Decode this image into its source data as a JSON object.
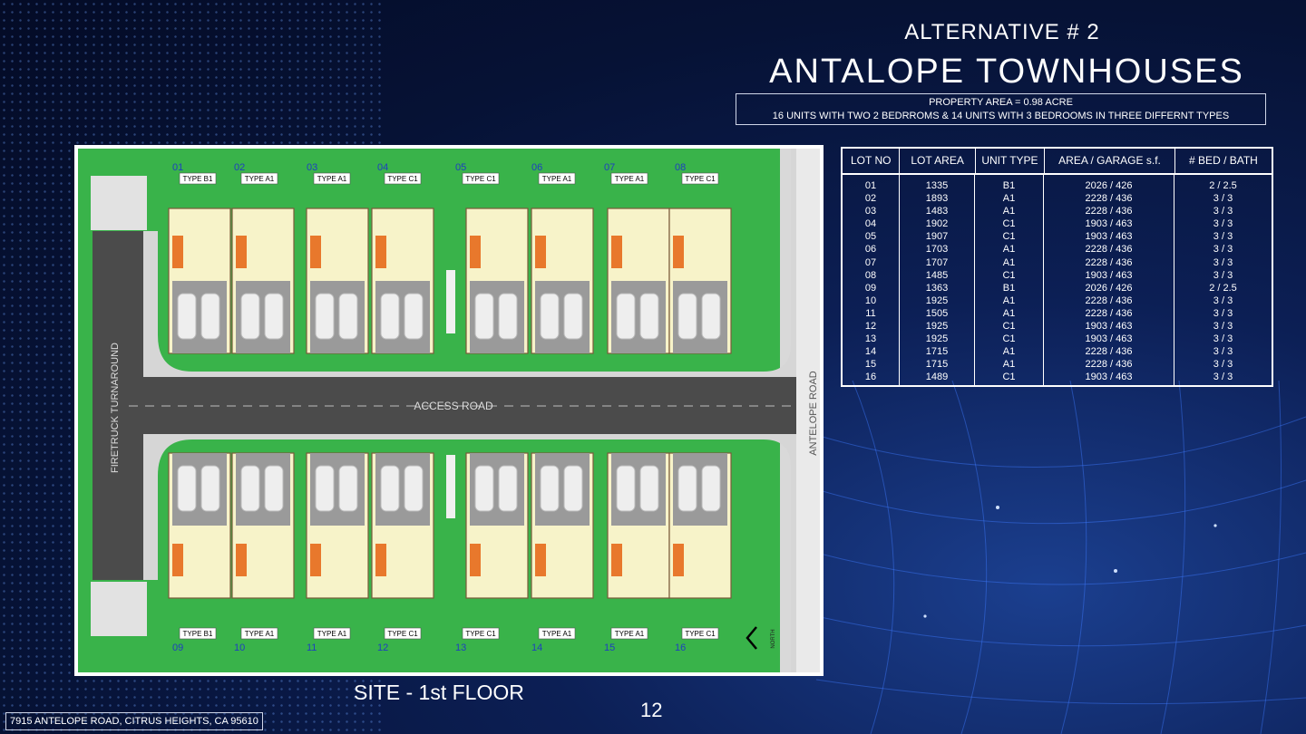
{
  "header": {
    "alternative": "ALTERNATIVE  #  2",
    "title": "ANTALOPE   TOWNHOUSES",
    "property_area": "PROPERTY AREA  =  0.98 ACRE",
    "units_description": "16 UNITS WITH TWO 2 BEDRROMS & 14 UNITS WITH 3 BEDROOMS IN THREE DIFFERNT TYPES"
  },
  "site_plan": {
    "caption": "SITE - 1st FLOOR",
    "access_road": "ACCESS ROAD",
    "firetruck": "FIRETRUCK TURNAROUND",
    "antelope_road": "ANTELOPE  ROAD",
    "north_label": "NORTH",
    "top_lots": [
      {
        "no": "01",
        "type": "TYPE B1"
      },
      {
        "no": "02",
        "type": "TYPE A1"
      },
      {
        "no": "03",
        "type": "TYPE A1"
      },
      {
        "no": "04",
        "type": "TYPE C1"
      },
      {
        "no": "05",
        "type": "TYPE C1"
      },
      {
        "no": "06",
        "type": "TYPE A1"
      },
      {
        "no": "07",
        "type": "TYPE A1"
      },
      {
        "no": "08",
        "type": "TYPE C1"
      }
    ],
    "bottom_lots": [
      {
        "no": "09",
        "type": "TYPE B1"
      },
      {
        "no": "10",
        "type": "TYPE A1"
      },
      {
        "no": "11",
        "type": "TYPE A1"
      },
      {
        "no": "12",
        "type": "TYPE C1"
      },
      {
        "no": "13",
        "type": "TYPE C1"
      },
      {
        "no": "14",
        "type": "TYPE A1"
      },
      {
        "no": "15",
        "type": "TYPE A1"
      },
      {
        "no": "16",
        "type": "TYPE C1"
      }
    ]
  },
  "table": {
    "headers": [
      "LOT NO",
      "LOT AREA",
      "UNIT TYPE",
      "AREA / GARAGE s.f.",
      "# BED / BATH"
    ],
    "rows": [
      [
        "01",
        "1335",
        "B1",
        "2026  /  426",
        "2   /   2.5"
      ],
      [
        "02",
        "1893",
        "A1",
        "2228  /  436",
        "3   /   3"
      ],
      [
        "03",
        "1483",
        "A1",
        "2228  /  436",
        "3   /   3"
      ],
      [
        "04",
        "1902",
        "C1",
        "1903  /  463",
        "3   /   3"
      ],
      [
        "05",
        "1907",
        "C1",
        "1903  /  463",
        "3   /   3"
      ],
      [
        "06",
        "1703",
        "A1",
        "2228  /  436",
        "3   /   3"
      ],
      [
        "07",
        "1707",
        "A1",
        "2228  /  436",
        "3   /   3"
      ],
      [
        "08",
        "1485",
        "C1",
        "1903  /  463",
        "3   /   3"
      ],
      [
        "09",
        "1363",
        "B1",
        "2026  /  426",
        "2   /   2.5"
      ],
      [
        "10",
        "1925",
        "A1",
        "2228  /  436",
        "3   /   3"
      ],
      [
        "11",
        "1505",
        "A1",
        "2228  /  436",
        "3   /   3"
      ],
      [
        "12",
        "1925",
        "C1",
        "1903  /  463",
        "3   /   3"
      ],
      [
        "13",
        "1925",
        "C1",
        "1903  /  463",
        "3   /   3"
      ],
      [
        "14",
        "1715",
        "A1",
        "2228  /  436",
        "3   /   3"
      ],
      [
        "15",
        "1715",
        "A1",
        "2228  /  436",
        "3   /   3"
      ],
      [
        "16",
        "1489",
        "C1",
        "1903  /  463",
        "3   /   3"
      ]
    ]
  },
  "footer": {
    "address": "7915 ANTELOPE ROAD, CITRUS HEIGHTS, CA 95610",
    "page_number": "12"
  },
  "colors": {
    "lawn": "#39b34a",
    "road": "#4b4b4b",
    "unit_floor": "#f7f3c9",
    "stairs": "#e8782c",
    "garage": "#9a9a9a",
    "lot_number": "#1e3fbf"
  }
}
